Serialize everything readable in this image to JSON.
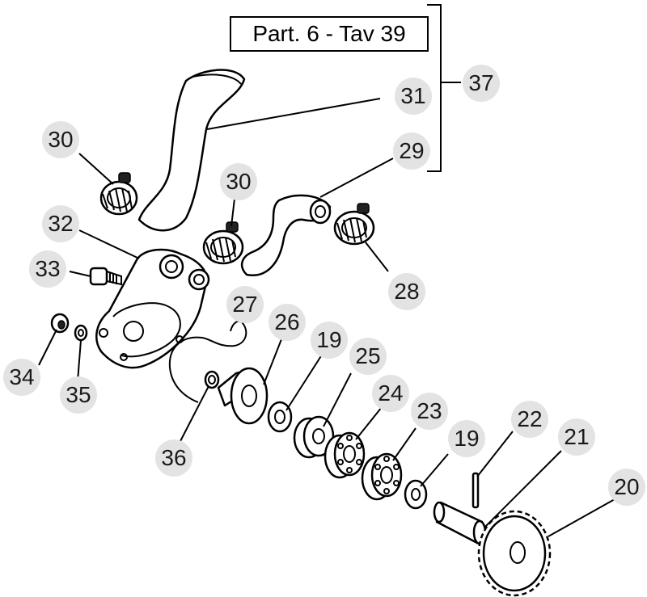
{
  "reference_label": "Part. 6 - Tav 39",
  "callouts": [
    {
      "id": "37",
      "text": "37"
    },
    {
      "id": "31",
      "text": "31"
    },
    {
      "id": "30a",
      "text": "30"
    },
    {
      "id": "29",
      "text": "29"
    },
    {
      "id": "30b",
      "text": "30"
    },
    {
      "id": "32",
      "text": "32"
    },
    {
      "id": "28",
      "text": "28"
    },
    {
      "id": "33",
      "text": "33"
    },
    {
      "id": "27",
      "text": "27"
    },
    {
      "id": "26",
      "text": "26"
    },
    {
      "id": "19a",
      "text": "19"
    },
    {
      "id": "25",
      "text": "25"
    },
    {
      "id": "34",
      "text": "34"
    },
    {
      "id": "35",
      "text": "35"
    },
    {
      "id": "24",
      "text": "24"
    },
    {
      "id": "23",
      "text": "23"
    },
    {
      "id": "22",
      "text": "22"
    },
    {
      "id": "36",
      "text": "36"
    },
    {
      "id": "19b",
      "text": "19"
    },
    {
      "id": "21",
      "text": "21"
    },
    {
      "id": "20",
      "text": "20"
    }
  ]
}
